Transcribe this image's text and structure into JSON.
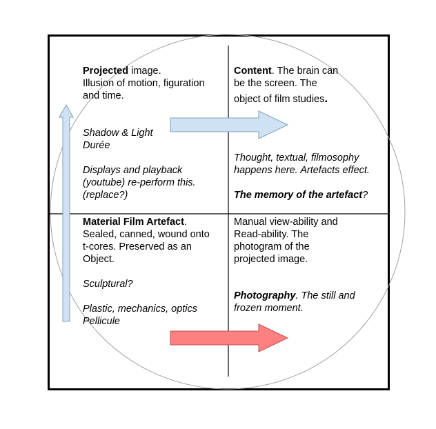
{
  "colors": {
    "border": "#000000",
    "circle": "#a0a0a0",
    "up_arrow_fill": "#cfe2f3",
    "up_arrow_stroke": "#7f9db9",
    "right_arrow_top_fill": "#cfe2f3",
    "right_arrow_bottom_fill": "#ff8080",
    "right_arrow_bottom_stroke": "#c0504d"
  },
  "icons": [
    "up-arrow",
    "right-arrow-blue",
    "right-arrow-red"
  ],
  "top_left": {
    "title_bold": "Projected",
    "title_rest": " image.",
    "line2": "Illusion of motion, figuration",
    "line3": "and time.",
    "italic1": "Shadow  & Light",
    "italic2": "Durée",
    "italic3": "Displays and  playback",
    "italic4": "(youtube) re-perform this.",
    "italic5": "(replace?)"
  },
  "top_right": {
    "title_bold": "Content",
    "title_rest": ". The brain can",
    "line2": "be the screen. The",
    "line3": "object of film studies",
    "line3_end": ".",
    "italic1": "Thought, textual, filmosophy",
    "italic2": "happens here. Artefacts effect.",
    "italic3_bold": "The memory of the artefact",
    "italic3_rest": "?"
  },
  "bottom_left": {
    "title_bold": "Material Film Artefact",
    "title_rest": ".",
    "line2": "Sealed, canned, wound onto",
    "line3": "t-cores. Preserved as an",
    "line4": "Object.",
    "italic1": "Sculptural?",
    "italic2": "Plastic, mechanics, optics",
    "italic3": "Pellicule"
  },
  "bottom_right": {
    "line1": "Manual view-ability and",
    "line2": "Read-ability. The",
    "line3": "photogram of the",
    "line4": "projected image.",
    "italic_bold": "Photography",
    "italic_rest": ". The still and",
    "italic2": "frozen moment."
  }
}
